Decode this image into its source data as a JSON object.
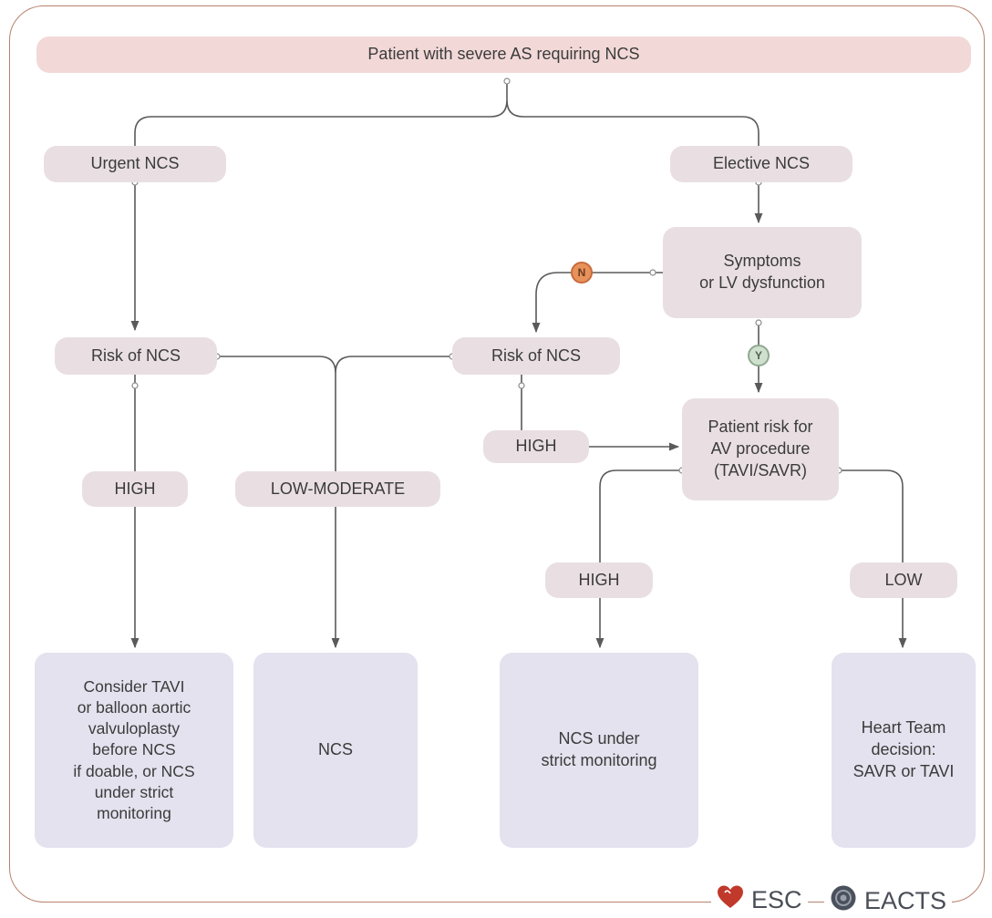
{
  "nodes": {
    "top": "Patient with severe AS requiring NCS",
    "urgent": "Urgent NCS",
    "elective": "Elective NCS",
    "symptoms": "Symptoms\nor LV dysfunction",
    "risk_left": "Risk of NCS",
    "risk_mid": "Risk of NCS",
    "high_left": "HIGH",
    "low_moderate": "LOW-MODERATE",
    "high_mid": "HIGH",
    "patient_risk": "Patient risk for\nAV procedure\n(TAVI/SAVR)",
    "high_right": "HIGH",
    "low_right": "LOW",
    "out_tavi": "Consider TAVI\nor balloon aortic\nvalvuloplasty\nbefore NCS\nif doable, or NCS\nunder strict\nmonitoring",
    "out_ncs": "NCS",
    "out_monitor": "NCS under\nstrict monitoring",
    "out_heart_team": "Heart Team\ndecision:\nSAVR or TAVI"
  },
  "badges": {
    "no": "N",
    "yes": "Y"
  },
  "logos": {
    "esc": "ESC",
    "eacts": "EACTS"
  },
  "colors": {
    "frame": "#b8826f",
    "header": "#f2d9d8",
    "decision_box": "#e9dfe2",
    "outcome_box": "#e3e2ee",
    "wire": "#5a5a5a",
    "no_badge": "#e7925a",
    "yes_badge": "#cfe0cf",
    "esc_heart": "#c0392b"
  }
}
